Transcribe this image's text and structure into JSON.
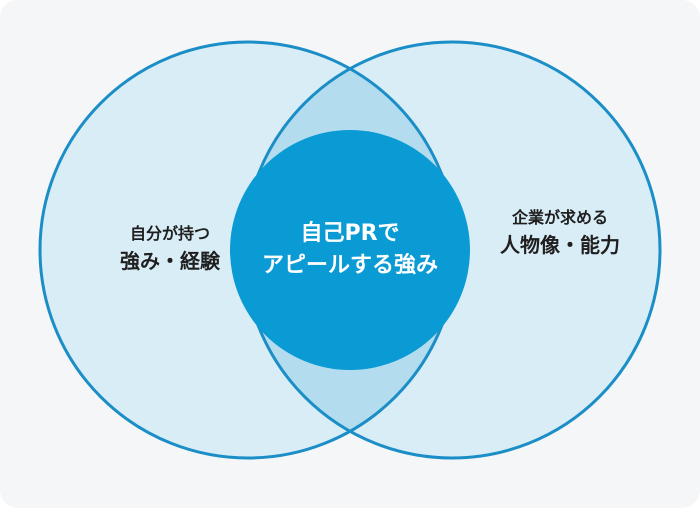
{
  "diagram": {
    "left_circle": {
      "line1": "自分が持つ",
      "line2": "強み・経験"
    },
    "right_circle": {
      "line1": "企業が求める",
      "line2": "人物像・能力"
    },
    "center": {
      "line1": "自己PRで",
      "line2": "アピールする強み"
    }
  },
  "colors": {
    "background": "#f5f6f7",
    "circle_fill": "#d9edf6",
    "circle_stroke": "#1b8ec7",
    "overlap_fill": "#b3dcee",
    "center_fill": "#0a9ad4",
    "center_text": "#ffffff",
    "label_text": "#1f1f1f"
  }
}
